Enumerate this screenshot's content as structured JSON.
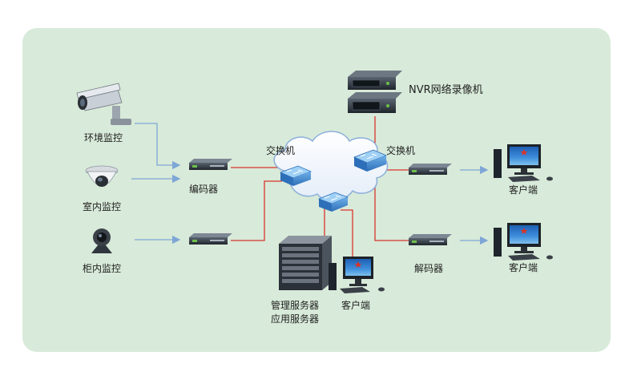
{
  "labels": {
    "env_camera": "环境监控",
    "indoor_camera": "室内监控",
    "cabinet_camera": "柜内监控",
    "encoder": "编码器",
    "switch_left": "交换机",
    "switch_right": "交换机",
    "nvr": "NVR网络录像机",
    "decoder": "解码器",
    "server_line1": "管理服务器",
    "server_line2": "应用服务器",
    "client_center": "客户端",
    "client_top": "客户端",
    "client_bottom": "客户端"
  },
  "colors": {
    "panel": "#d8ead9",
    "video_link": "#7ea6d6",
    "network_link": "#d9342b"
  }
}
